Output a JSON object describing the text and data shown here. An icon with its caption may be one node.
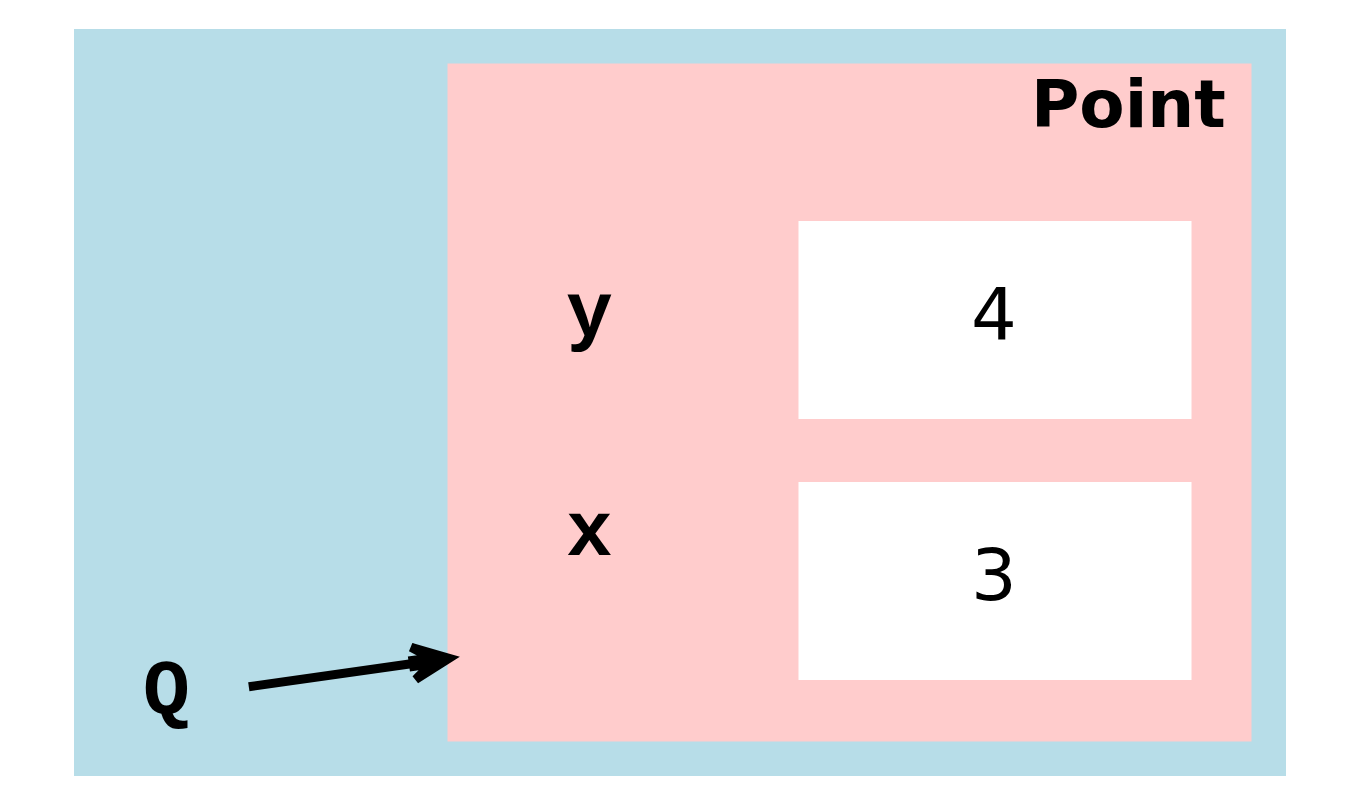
{
  "diagram": {
    "nodes": [
      {
        "text": [
          "Point"
        ]
      },
      {
        "text": [
          "3"
        ],
        "in": 0,
        "beside": [
          "x"
        ]
      },
      {
        "text": [
          "4"
        ],
        "in": 0,
        "beside": [
          "y"
        ]
      },
      {
        "text": [
          "Q"
        ]
      }
    ],
    "edges": [
      {
        "from": 3,
        "to": 0,
        "arrow": "to"
      }
    ]
  }
}
